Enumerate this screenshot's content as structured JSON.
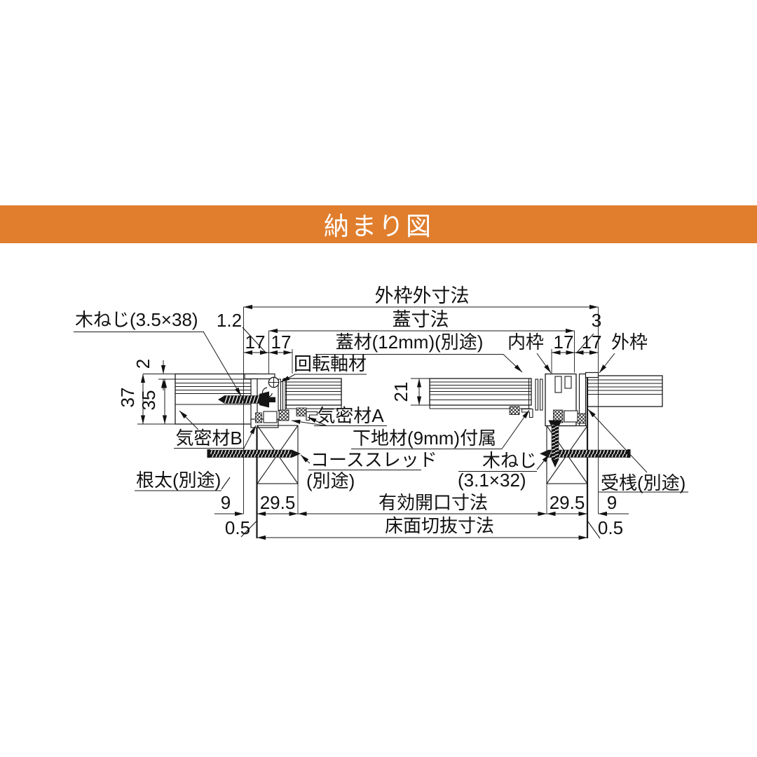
{
  "banner": {
    "title": "納まり図",
    "bg": "#E07E2E"
  },
  "dims": {
    "outer_frame_outer": "外枠外寸法",
    "lid": "蓋寸法",
    "gap_left": "1.2",
    "gap_right": "3",
    "seventeen": "17",
    "two": "2",
    "thirty_seven": "37",
    "thirty_five": "35",
    "twenty_one": "21",
    "nine": "9",
    "twenty_nine_five": "29.5",
    "half": "0.5",
    "effective_opening": "有効開口寸法",
    "floor_cutout": "床面切抜寸法"
  },
  "labels": {
    "wood_screw_large": "木ねじ(3.5×38)",
    "rotation_shaft": "回転軸材",
    "lid_material": "蓋材(12mm)(別途)",
    "inner_frame": "内枠",
    "outer_frame": "外枠",
    "seal_a": "気密材A",
    "seal_b": "気密材B",
    "base_material": "下地材(9mm)付属",
    "coarse_thread": "コーススレッド",
    "coarse_thread_note": "(別途)",
    "wood_screw_small": "木ねじ",
    "wood_screw_small_size": "(3.1×32)",
    "joist": "根太(別途)",
    "support_batten": "受桟(別途)"
  }
}
